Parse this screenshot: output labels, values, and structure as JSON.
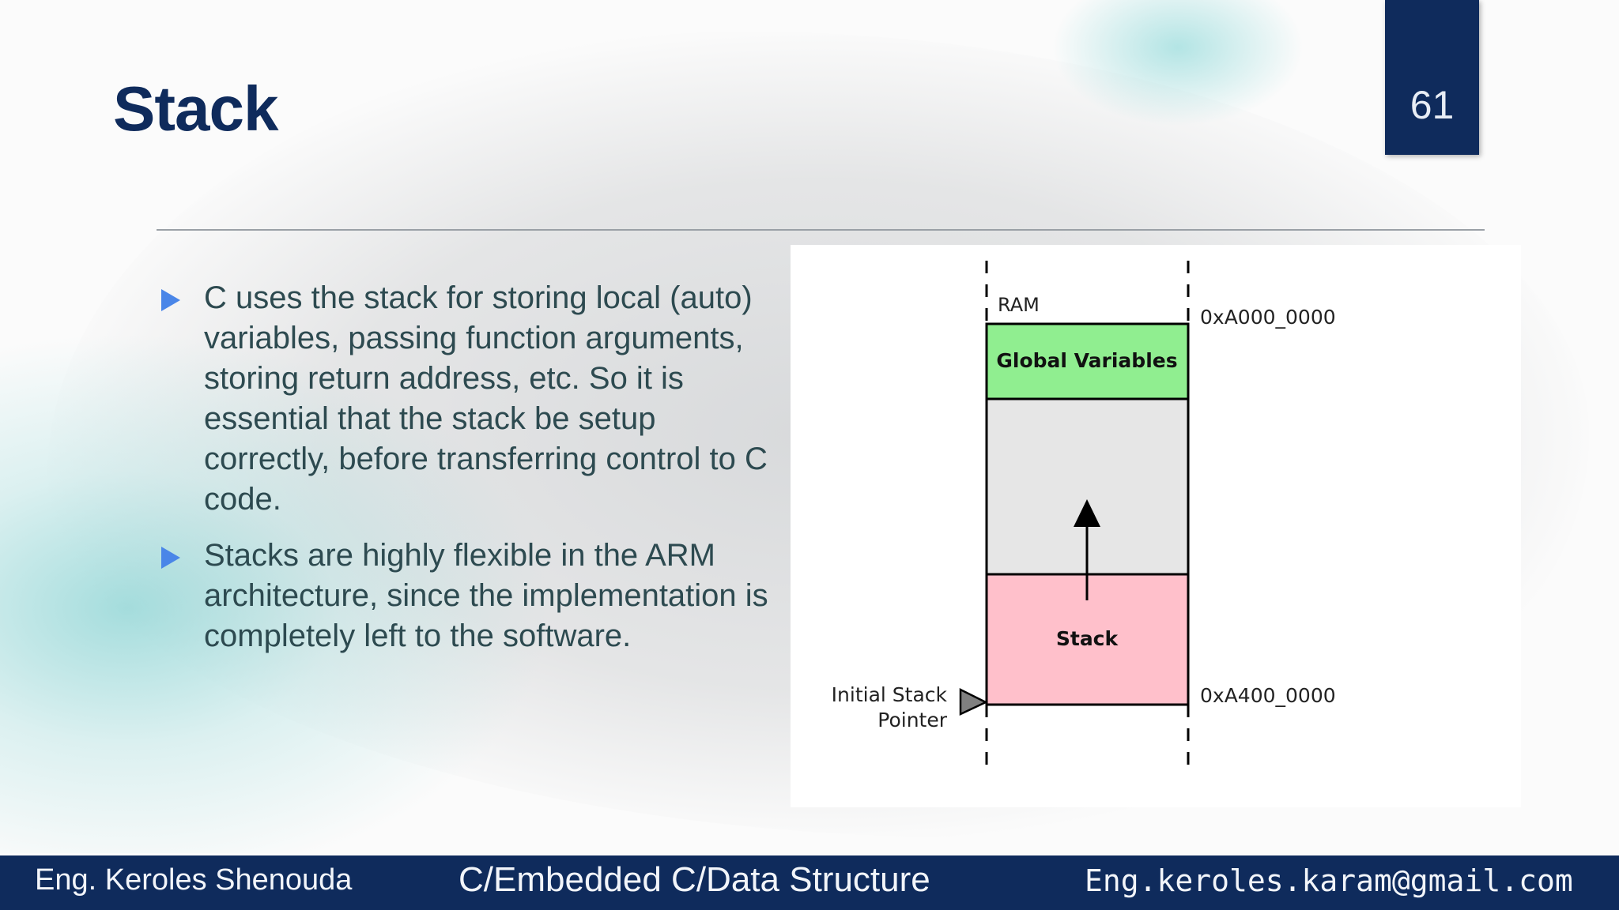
{
  "slide": {
    "title": "Stack",
    "page_number": "61"
  },
  "bullets": [
    "C uses the stack for storing local (auto) variables, passing function arguments, storing return address, etc. So it is essential that the stack be setup correctly, before transferring control to C code.",
    "Stacks are highly flexible in the ARM architecture, since the implementation is completely left to the software."
  ],
  "diagram": {
    "ram_label": "RAM",
    "top_address": "0xA000_0000",
    "bottom_address": "0xA400_0000",
    "global_variables_label": "Global Variables",
    "stack_label": "Stack",
    "pointer_label_line1": "Initial Stack",
    "pointer_label_line2": "Pointer",
    "colors": {
      "global_variables": "#90ee90",
      "free_region": "#e6e6e6",
      "stack": "#ffc0cb"
    }
  },
  "footer": {
    "author": "Eng. Keroles Shenouda",
    "course": "C/Embedded C/Data Structure",
    "email": "Eng.keroles.karam@gmail.com"
  },
  "theme": {
    "navy": "#0f2b5c",
    "bullet_blue": "#4a86e8",
    "body_text": "#2d4a50"
  }
}
